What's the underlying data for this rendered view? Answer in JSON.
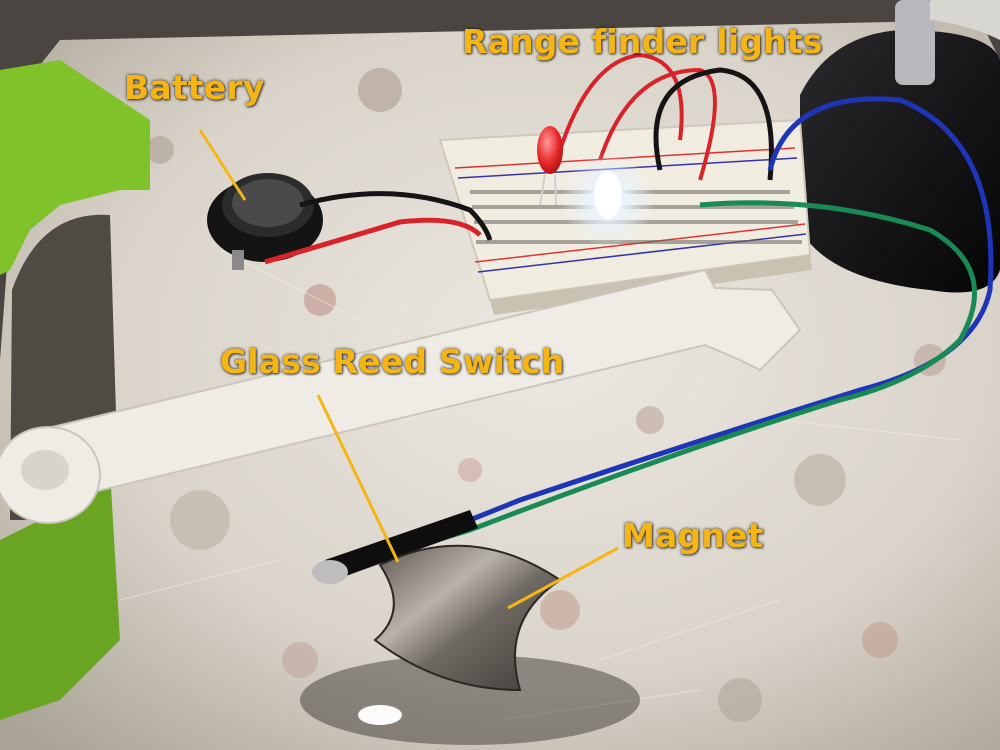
{
  "labels": {
    "range_finder": "Range finder lights",
    "battery": "Battery",
    "reed_switch": "Glass Reed Switch",
    "magnet": "Magnet"
  },
  "colors": {
    "label_text": "#f5b514",
    "leader_line": "#f5b514",
    "board": "#e9e4dc",
    "stand": "#0b0b0d",
    "green_mat": "#7fc22a",
    "breadboard": "#f1ece0",
    "red_led": "#e8282a",
    "white_led_glow": "#eaf4ff",
    "wire_red": "#d8232a",
    "wire_black": "#141414",
    "wire_blue": "#1f35b8",
    "wire_green": "#1a8a55",
    "magnet_metal": "#7f7a74"
  }
}
